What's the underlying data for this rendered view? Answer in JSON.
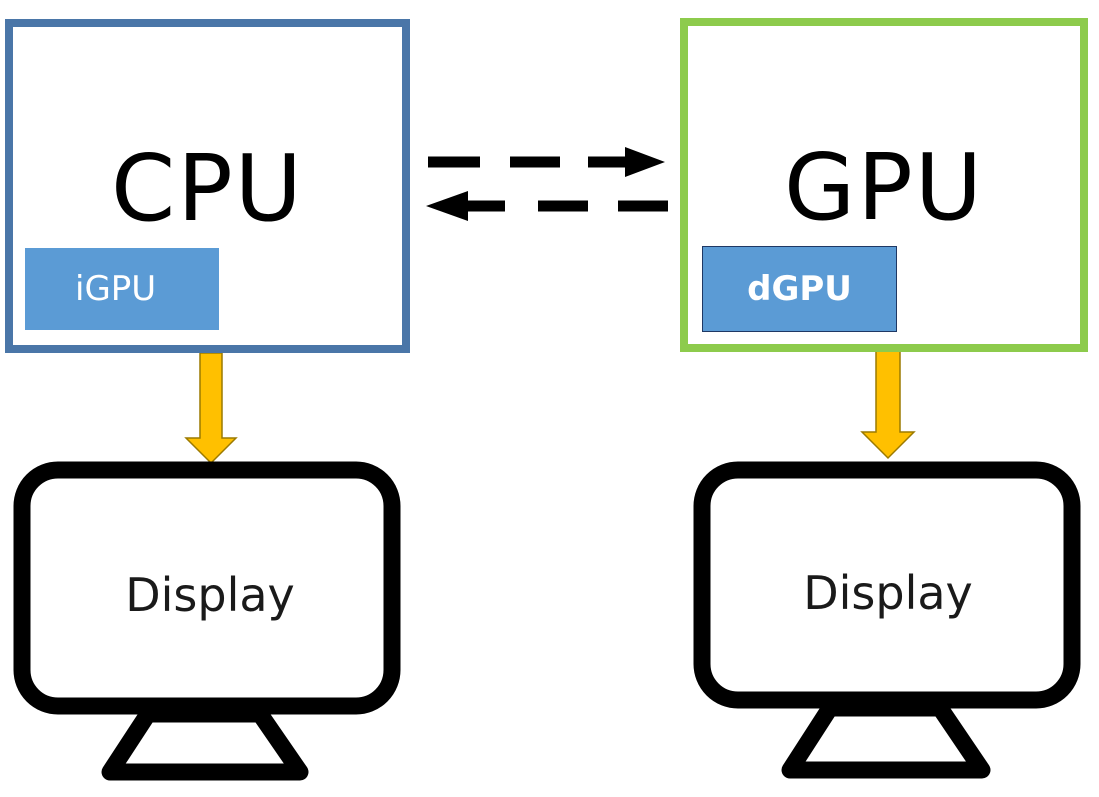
{
  "cpu": {
    "label": "CPU",
    "integrated_gpu_label": "iGPU",
    "border_color": "#4a76a8"
  },
  "gpu": {
    "label": "GPU",
    "discrete_gpu_label": "dGPU",
    "border_color": "#8dcb4c"
  },
  "chip_color": "#5b9bd5",
  "arrow_color": "#ffc000",
  "displays": [
    {
      "label": "Display"
    },
    {
      "label": "Display"
    }
  ]
}
